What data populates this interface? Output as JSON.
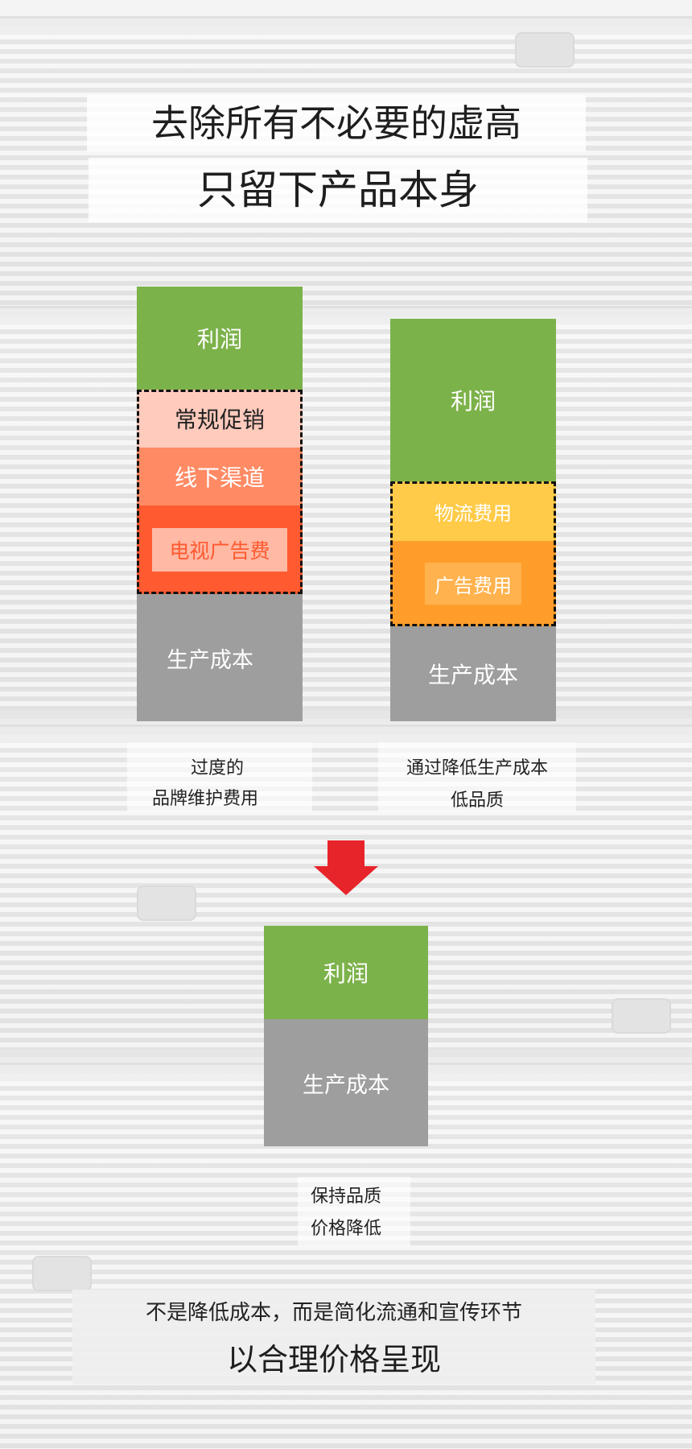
{
  "header": {
    "line1": "去除所有不必要的虚高",
    "line2": "只留下产品本身"
  },
  "left_column": {
    "segments": {
      "profit": "利润",
      "promo": "常规促销",
      "offline": "线下渠道",
      "tv_ad": "电视广告费",
      "production": "生产成本"
    },
    "caption_line1": "过度的",
    "caption_line2": "品牌维护费用"
  },
  "right_column": {
    "segments": {
      "profit": "利润",
      "logistics": "物流费用",
      "ads": "广告费用",
      "production": "生产成本"
    },
    "caption_line1": "通过降低生产成本",
    "caption_line2": "低品质"
  },
  "result_column": {
    "segments": {
      "profit": "利润",
      "production": "生产成本"
    },
    "caption_line1": "保持品质",
    "caption_line2": "价格降低"
  },
  "footer": {
    "line1": "不是降低成本，而是简化流通和宣传环节",
    "line2": "以合理价格呈现"
  },
  "colors": {
    "profit": "#7cb24a",
    "production": "#9e9e9e",
    "promo": "#ffcbbd",
    "offline": "#ff8a64",
    "tv_ad": "#ff5a30",
    "logistics": "#ffcb48",
    "ads": "#ff9d2a",
    "arrow": "#e8242b"
  }
}
